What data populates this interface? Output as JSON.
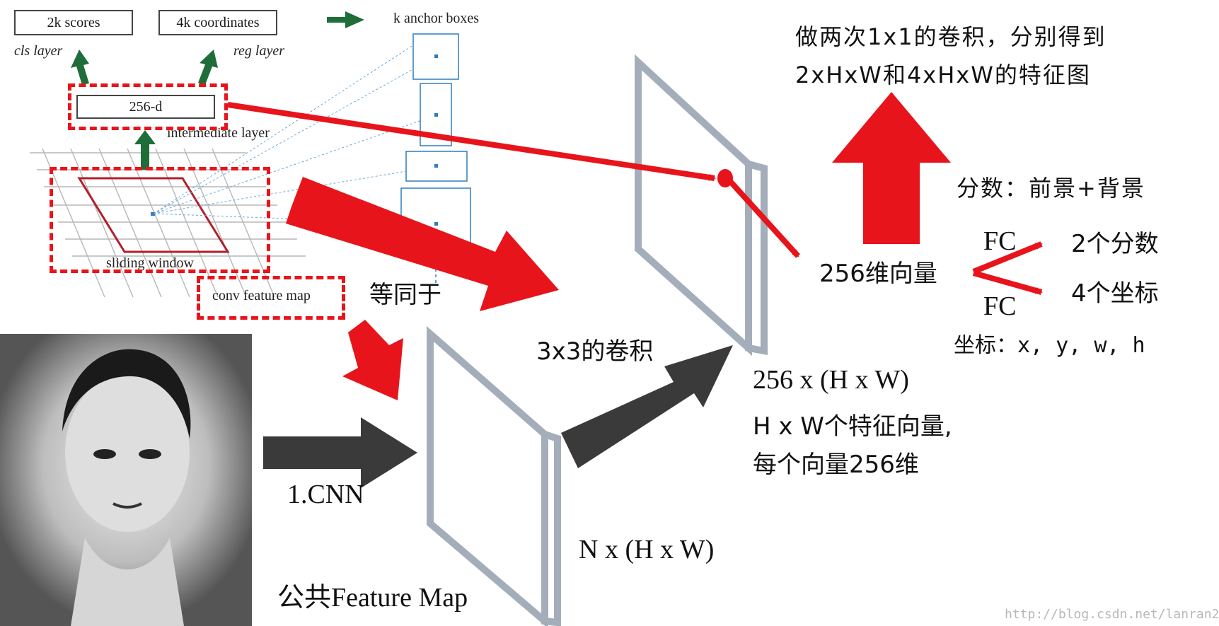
{
  "top_left": {
    "scores_label": "2k scores",
    "coords_label": "4k coordinates",
    "cls_layer": "cls layer",
    "reg_layer": "reg layer",
    "anchor_boxes": "k anchor boxes",
    "vec_256d": "256-d",
    "intermediate_layer": "intermediate layer",
    "sliding_window": "sliding window",
    "conv_feature_map": "conv feature map"
  },
  "labels": {
    "equivalent": "等同于",
    "conv3x3": "3x3的卷积",
    "cnn": "1.CNN",
    "shared_feature_map": "公共Feature Map",
    "n_hw": "N x (H x W)",
    "d256_hw": "256 x (H x W)",
    "hw_vectors_line1": "H x W个特征向量,",
    "hw_vectors_line2": "每个向量256维",
    "one_by_one_line1": "做两次1x1的卷积，分别得到",
    "one_by_one_line2": "2xHxW和4xHxW的特征图",
    "score_desc": "分数：前景+背景",
    "vec256": "256维向量",
    "fc_top": "FC",
    "fc_bottom": "FC",
    "two_scores": "2个分数",
    "four_coords": "4个坐标",
    "coords_desc": "坐标：x, y, w, h"
  },
  "watermark": "http://blog.csdn.net/lanran2",
  "colors": {
    "red": "#e8141b",
    "green": "#1f6e3a",
    "dark_arrow": "#3a3a3a",
    "slab": "#a4aebb",
    "anchor_blue": "#2e7dbf"
  }
}
